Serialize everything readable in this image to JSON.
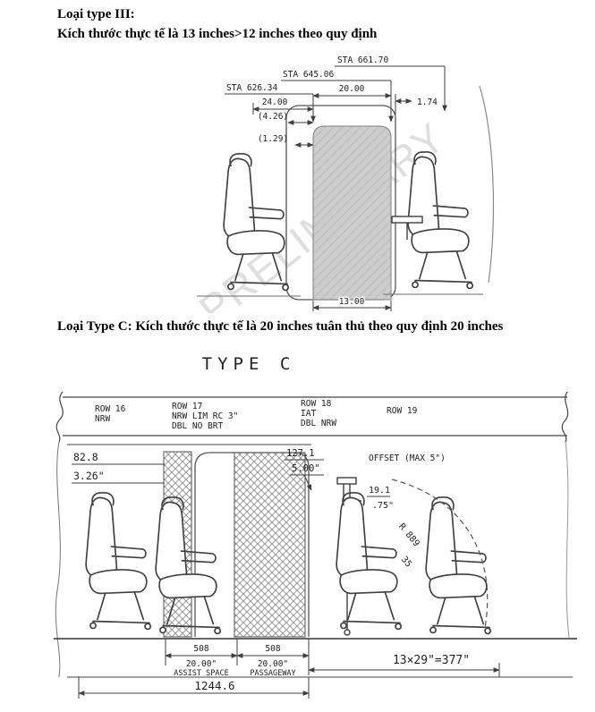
{
  "doc": {
    "heading1": "Loại type III:",
    "heading2": "Kích thước thực tế là 13 inches>12 inches theo quy định",
    "heading3": "Loại Type C: Kích thước thực tế là 20 inches tuân thủ theo quy định 20 inches"
  },
  "fig1": {
    "watermark": "PRELIMINARY",
    "sta_661": "STA 661.70",
    "sta_645": "STA 645.06",
    "sta_626": "STA 626.34",
    "dim_24": "24.00",
    "dim_20": "20.00",
    "dim_4_26": "(4.26)",
    "dim_1_29": "(1.29)",
    "dim_1_74": "1.74",
    "dim_13": "13.00"
  },
  "fig2": {
    "title": "TYPE C",
    "row16_line1": "ROW 16",
    "row16_line2": "NRW",
    "row17_line1": "ROW 17",
    "row17_line2": "NRW LIM RC 3\"",
    "row17_line3": "DBL NO BRT",
    "row18_line1": "ROW 18",
    "row18_line2": "IAT",
    "row18_line3": "DBL NRW",
    "row19_line1": "ROW 19",
    "dim_82_8": "82.8",
    "dim_3_26": "3.26\"",
    "dim_127_1": "127.1",
    "dim_5_00": "5.00\"",
    "offset": "OFFSET (MAX 5\")",
    "dim_19_1": "19.1",
    "dim_0_75": ".75\"",
    "radius": "R 889",
    "angle": "35",
    "assist_508": "508",
    "assist_20": "20.00\"",
    "assist_label": "ASSIST SPACE",
    "pass_508": "508",
    "pass_20": "20.00\"",
    "pass_label": "PASSAGEWAY",
    "total_calc": "13×29\"=377\"",
    "total_mm": "1244.6"
  }
}
